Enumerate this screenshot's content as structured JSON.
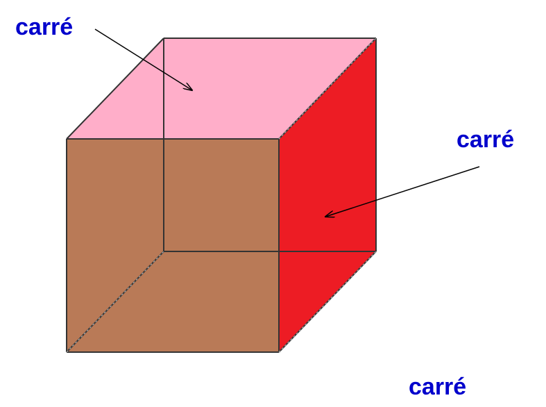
{
  "labels": {
    "top_face": "carré",
    "right_face": "carré",
    "bottom": "carré"
  },
  "colors": {
    "top_face": "#FFAEC9",
    "right_face": "#ED1C24",
    "front_face": "#B97A57",
    "edge": "#333333",
    "label_text": "#0000CC",
    "arrow": "#000000"
  },
  "shape": "cube"
}
